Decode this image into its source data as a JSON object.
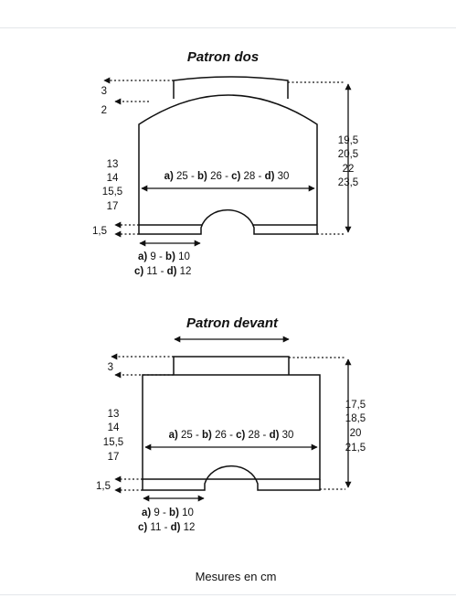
{
  "back": {
    "title": "Patron dos",
    "neck_left": "3",
    "shoulder_left": "2",
    "side_values": [
      "13",
      "14",
      "15,5",
      "17"
    ],
    "width_text": {
      "a": "a)",
      "av": " 25 - ",
      "b": "b)",
      "bv": " 26 - ",
      "c": "c)",
      "cv": " 28 - ",
      "d": "d)",
      "dv": " 30"
    },
    "height_values": [
      "19,5",
      "20,5",
      "22",
      "23,5"
    ],
    "rib_left": "1,5",
    "bottom_line1": {
      "a": "a)",
      "av": " 9 - ",
      "b": "b)",
      "bv": " 10"
    },
    "bottom_line2": {
      "c": "c)",
      "cv": " 11 - ",
      "d": "d)",
      "dv": " 12"
    }
  },
  "front": {
    "title": "Patron devant",
    "neck_left": "3",
    "side_values": [
      "13",
      "14",
      "15,5",
      "17"
    ],
    "width_text": {
      "a": "a)",
      "av": " 25 - ",
      "b": "b)",
      "bv": " 26 - ",
      "c": "c)",
      "cv": " 28 - ",
      "d": "d)",
      "dv": " 30"
    },
    "height_values": [
      "17,5",
      "18,5",
      "20",
      "21,5"
    ],
    "rib_left": "1,5",
    "bottom_line1": {
      "a": "a)",
      "av": " 9 - ",
      "b": "b)",
      "bv": " 10"
    },
    "bottom_line2": {
      "c": "c)",
      "cv": " 11 - ",
      "d": "d)",
      "dv": " 12"
    }
  },
  "caption": "Mesures en cm"
}
